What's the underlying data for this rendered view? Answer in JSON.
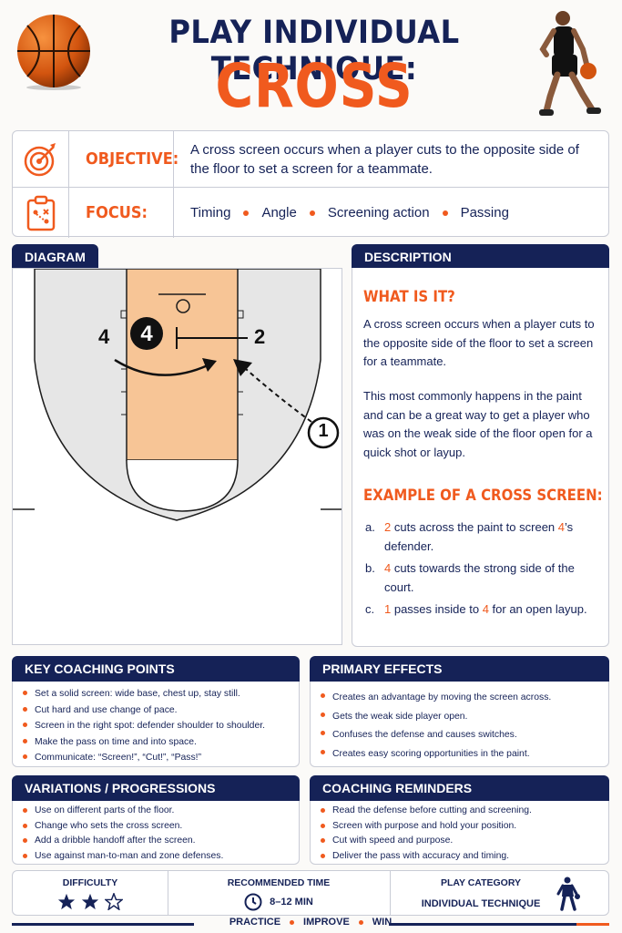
{
  "header": {
    "title_line1": "PLAY INDIVIDUAL TECHNIQUE:",
    "title_line2": "CROSS SCREEN"
  },
  "objective": {
    "label": "OBJECTIVE:",
    "text": "A cross screen occurs when a player cuts to the opposite side of the floor to set a screen for a teammate.",
    "icon": "target-icon"
  },
  "focus": {
    "label": "FOCUS:",
    "items": [
      "Timing",
      "Angle",
      "Screening action",
      "Passing"
    ],
    "icon": "clipboard-icon"
  },
  "diagram": {
    "tab_label": "DIAGRAM",
    "players": {
      "p4_left": "4",
      "p4_circle": "4",
      "p2": "2",
      "p1": "1"
    }
  },
  "description": {
    "tab_label": "DESCRIPTION",
    "what_heading": "WHAT IS IT?",
    "para1": "A cross screen occurs when a player cuts to the opposite side of the floor to set a screen for a teammate.",
    "para2": "This most commonly happens in the paint and can be a great way to get a player who was on the weak side of the floor open for a quick shot or layup.",
    "example_heading": "EXAMPLE OF A CROSS SCREEN:",
    "examples": [
      {
        "letter": "a.",
        "num": "2",
        "pre": "",
        "text1": " cuts across the paint to screen ",
        "num2": "4",
        "text2": "’s defender."
      },
      {
        "letter": "b.",
        "num": "4",
        "pre": "",
        "text1": " cuts towards the strong side of the court.",
        "num2": "",
        "text2": ""
      },
      {
        "letter": "c.",
        "num": "1",
        "pre": "",
        "text1": " passes inside to ",
        "num2": "4",
        "text2": " for an open layup."
      }
    ]
  },
  "key_points": {
    "tab_label": "KEY COACHING POINTS",
    "items": [
      "Set a solid screen: wide base, chest up, stay still.",
      "Cut hard and use change of pace.",
      "Screen in the right spot: defender shoulder to shoulder.",
      "Make the pass on time and into space.",
      "Communicate: “Screen!”, “Cut!”, “Pass!”"
    ]
  },
  "primary_effects": {
    "tab_label": "PRIMARY EFFECTS",
    "items": [
      "Creates an advantage by moving the screen across.",
      "Gets the weak side player open.",
      "Confuses the defense and causes switches.",
      "Creates easy scoring opportunities in the paint."
    ]
  },
  "variations": {
    "tab_label": "VARIATIONS / PROGRESSIONS",
    "items": [
      "Use on different parts of the floor.",
      "Change who sets the cross screen.",
      "Add a dribble handoff after the screen.",
      "Use against man-to-man and zone defenses."
    ]
  },
  "reminders": {
    "tab_label": "COACHING REMINDERS",
    "items": [
      "Read the defense before cutting and screening.",
      "Screen with purpose and hold your position.",
      "Cut with speed and purpose.",
      "Deliver the pass with accuracy and timing."
    ]
  },
  "footer": {
    "difficulty_label": "DIFFICULTY",
    "difficulty_rating": 2,
    "difficulty_max": 3,
    "time_label": "RECOMMENDED TIME",
    "time_value": "8–12 MIN",
    "category_label": "PLAY CATEGORY",
    "category_value": "INDIVIDUAL TECHNIQUE"
  },
  "tagline": [
    "PRACTICE",
    "IMPROVE",
    "WIN"
  ],
  "colors": {
    "navy": "#152257",
    "orange": "#f05a1e",
    "paint": "#f7c596",
    "court_grey": "#e6e6e6"
  }
}
